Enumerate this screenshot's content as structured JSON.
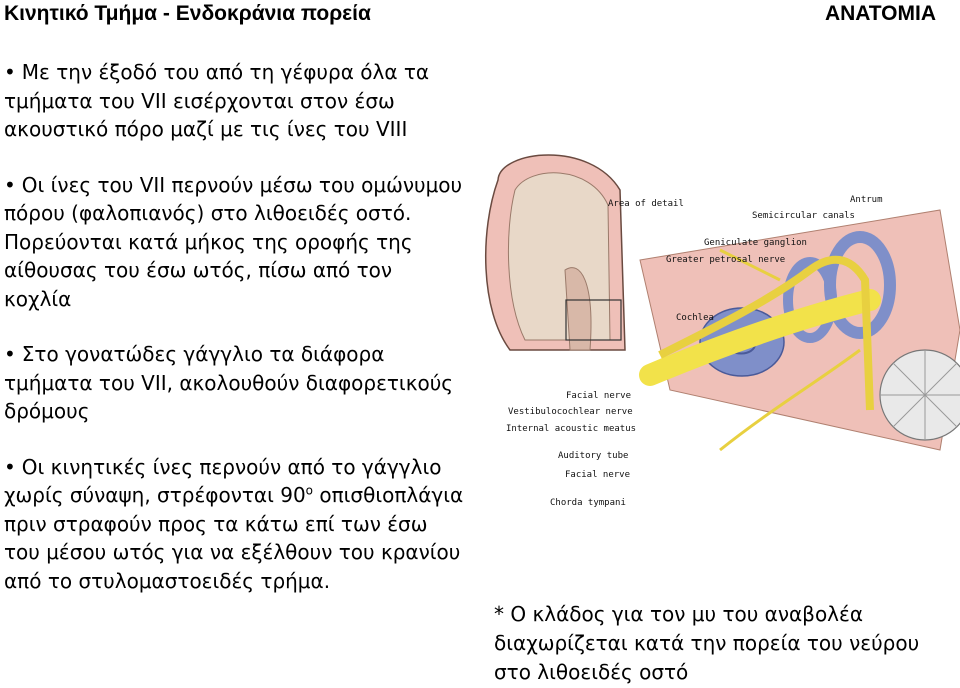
{
  "header": {
    "title": "Κινητικό Τμήμα - Ενδοκράνια πορεία",
    "subject": "ΑΝΑΤΟΜΙΑ"
  },
  "bullets": [
    "Με την έξοδό του από τη γέφυρα όλα τα τμήματα του VII εισέρχονται στον έσω ακουστικό πόρο μαζί με τις ίνες του VIII",
    "Οι ίνες του VII περνούν μέσω του ομώνυμου πόρου (φαλοπιανός) στο λιθοειδές οστό. Πορεύονται κατά μήκος της οροφής της αίθουσας του έσω ωτός, πίσω από τον κοχλία",
    "Στο γονατώδες γάγγλιο τα διάφορα τμήματα του VII, ακολουθούν διαφορετικούς δρόμους"
  ],
  "bullet4": {
    "before": "Οι κινητικές ίνες περνούν από το γάγγλιο χωρίς σύναψη, στρέφονται 90",
    "sup": "ο",
    "after": " οπισθιοπλάγια πριν στραφούν προς τα κάτω επί των έσω του μέσου ωτός για να εξέλθουν του κρανίου από το στυλομαστοειδές τρήμα."
  },
  "note": "* Ο κλάδος για τον μυ του αναβολέα διαχωρίζεται κατά την πορεία του νεύρου στο λιθοειδές οστό",
  "figure": {
    "labels": {
      "area_of_detail": "Area of detail",
      "antrum": "Antrum",
      "semicircular_canals": "Semicircular canals",
      "geniculate_ganglion": "Geniculate ganglion",
      "greater_petrosal_nerve": "Greater petrosal nerve",
      "cochlea": "Cochlea",
      "facial_nerve_top": "Facial nerve",
      "vestibulocochlear_nerve": "Vestibulocochlear nerve",
      "internal_acoustic_meatus": "Internal acoustic meatus",
      "auditory_tube": "Auditory tube",
      "facial_nerve_bottom": "Facial nerve",
      "chorda_tympani": "Chorda tympani"
    },
    "colors": {
      "nerve": "#f2e24a",
      "bone": "#7f8fc9",
      "skin": "#efc0b8",
      "brain": "#e8d8c8"
    }
  }
}
